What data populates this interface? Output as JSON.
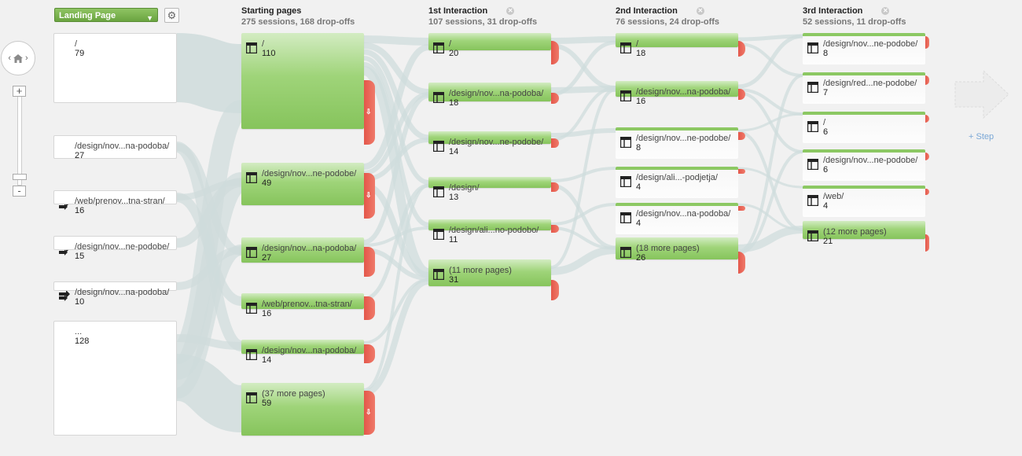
{
  "dimension": {
    "label": "Landing Page"
  },
  "columns": [
    {
      "title": "Starting pages",
      "summary": "275 sessions, 168 drop-offs",
      "closable": false
    },
    {
      "title": "1st Interaction",
      "summary": "107 sessions, 31 drop-offs",
      "closable": true
    },
    {
      "title": "2nd Interaction",
      "summary": "76 sessions, 24 drop-offs",
      "closable": true
    },
    {
      "title": "3rd Interaction",
      "summary": "52 sessions, 11 drop-offs",
      "closable": true
    }
  ],
  "sources": [
    {
      "name": "/",
      "value": "79"
    },
    {
      "name": "/design/nov...na-podoba/",
      "value": "27"
    },
    {
      "name": "/web/prenov...tna-stran/",
      "value": "16"
    },
    {
      "name": "/design/nov...ne-podobe/",
      "value": "15"
    },
    {
      "name": "/design/nov...na-podoba/",
      "value": "10"
    },
    {
      "name": "...",
      "value": "128"
    }
  ],
  "starting_pages": [
    {
      "name": "/",
      "value": "110"
    },
    {
      "name": "/design/nov...ne-podobe/",
      "value": "49"
    },
    {
      "name": "/design/nov...na-podoba/",
      "value": "27"
    },
    {
      "name": "/web/prenov...tna-stran/",
      "value": "16"
    },
    {
      "name": "/design/nov...na-podoba/",
      "value": "14"
    },
    {
      "name": "(37 more pages)",
      "value": "59"
    }
  ],
  "first_interaction": [
    {
      "name": "/",
      "value": "20"
    },
    {
      "name": "/design/nov...na-podoba/",
      "value": "18"
    },
    {
      "name": "/design/nov...ne-podobe/",
      "value": "14"
    },
    {
      "name": "/design/",
      "value": "13"
    },
    {
      "name": "/design/ali...no-podobo/",
      "value": "11"
    },
    {
      "name": "(11 more pages)",
      "value": "31"
    }
  ],
  "second_interaction": [
    {
      "name": "/",
      "value": "18"
    },
    {
      "name": "/design/nov...na-podoba/",
      "value": "16"
    },
    {
      "name": "/design/nov...ne-podobe/",
      "value": "8"
    },
    {
      "name": "/design/ali...-podjetja/",
      "value": "4"
    },
    {
      "name": "/design/nov...na-podoba/",
      "value": "4"
    },
    {
      "name": "(18 more pages)",
      "value": "26"
    }
  ],
  "third_interaction": [
    {
      "name": "/design/nov...ne-podobe/",
      "value": "8"
    },
    {
      "name": "/design/red...ne-podobe/",
      "value": "7"
    },
    {
      "name": "/",
      "value": "6"
    },
    {
      "name": "/design/nov...ne-podobe/",
      "value": "6"
    },
    {
      "name": "/web/",
      "value": "4"
    },
    {
      "name": "(12 more pages)",
      "value": "21"
    }
  ],
  "add_step": {
    "label": "+ Step"
  },
  "colors": {
    "node": "#8cc863",
    "dropoff": "#e4574a",
    "flow": "#cfdede",
    "link": "#7aa7d6"
  },
  "icons": {
    "nav": "home-icon",
    "settings": "gear-icon",
    "source": "entry-arrow-icon",
    "page": "page-layout-icon",
    "dropoff": "down-arrow-icon"
  }
}
